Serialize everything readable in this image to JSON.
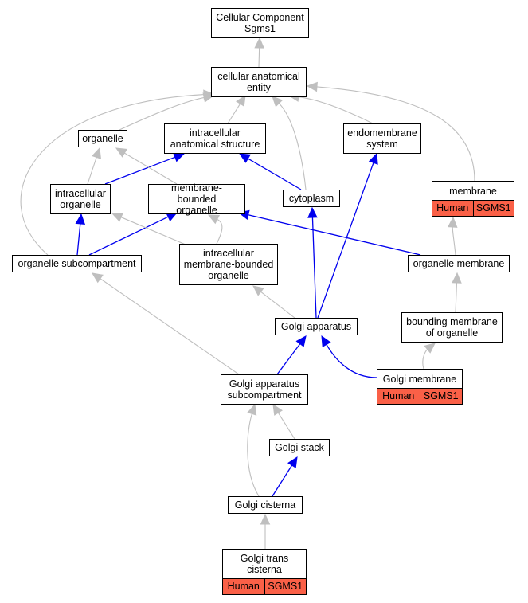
{
  "colors": {
    "is_a": "#bfbfbf",
    "part_of": "#0000ee",
    "annotation_fill": "#fa6047"
  },
  "nodes": [
    {
      "id": "root",
      "label": "Cellular Component\nSgms1"
    },
    {
      "id": "cae",
      "label": "cellular anatomical\nentity"
    },
    {
      "id": "organelle",
      "label": "organelle"
    },
    {
      "id": "ias",
      "label": "intracellular\nanatomical structure"
    },
    {
      "id": "endo",
      "label": "endomembrane\nsystem"
    },
    {
      "id": "membrane",
      "label": "membrane",
      "annotation": [
        "Human",
        "SGMS1"
      ]
    },
    {
      "id": "intra_org",
      "label": "intracellular\norganelle"
    },
    {
      "id": "mbo",
      "label": "membrane-bounded\norganelle"
    },
    {
      "id": "cytoplasm",
      "label": "cytoplasm"
    },
    {
      "id": "org_sub",
      "label": "organelle subcompartment"
    },
    {
      "id": "imbo",
      "label": "intracellular\nmembrane-bounded\norganelle"
    },
    {
      "id": "org_mem",
      "label": "organelle membrane"
    },
    {
      "id": "golgi",
      "label": "Golgi apparatus"
    },
    {
      "id": "bmo",
      "label": "bounding membrane\nof organelle"
    },
    {
      "id": "golgi_sub",
      "label": "Golgi apparatus\nsubcompartment"
    },
    {
      "id": "golgi_mem",
      "label": "Golgi membrane",
      "annotation": [
        "Human",
        "SGMS1"
      ]
    },
    {
      "id": "golgi_stack",
      "label": "Golgi stack"
    },
    {
      "id": "golgi_cist",
      "label": "Golgi cisterna"
    },
    {
      "id": "golgi_trans",
      "label": "Golgi trans\ncisterna",
      "annotation": [
        "Human",
        "SGMS1"
      ]
    }
  ],
  "edges": [
    {
      "from": "cae",
      "to": "root",
      "type": "is_a"
    },
    {
      "from": "organelle",
      "to": "cae",
      "type": "is_a"
    },
    {
      "from": "ias",
      "to": "cae",
      "type": "is_a"
    },
    {
      "from": "endo",
      "to": "cae",
      "type": "is_a"
    },
    {
      "from": "membrane",
      "to": "cae",
      "type": "is_a"
    },
    {
      "from": "cytoplasm",
      "to": "cae",
      "type": "is_a"
    },
    {
      "from": "org_sub",
      "to": "cae",
      "type": "is_a"
    },
    {
      "from": "intra_org",
      "to": "organelle",
      "type": "is_a"
    },
    {
      "from": "intra_org",
      "to": "ias",
      "type": "part_of"
    },
    {
      "from": "mbo",
      "to": "organelle",
      "type": "is_a"
    },
    {
      "from": "cytoplasm",
      "to": "ias",
      "type": "part_of"
    },
    {
      "from": "org_sub",
      "to": "intra_org",
      "type": "part_of"
    },
    {
      "from": "org_sub",
      "to": "mbo",
      "type": "part_of"
    },
    {
      "from": "imbo",
      "to": "intra_org",
      "type": "is_a"
    },
    {
      "from": "imbo",
      "to": "mbo",
      "type": "is_a"
    },
    {
      "from": "org_mem",
      "to": "membrane",
      "type": "is_a"
    },
    {
      "from": "org_mem",
      "to": "mbo",
      "type": "part_of"
    },
    {
      "from": "golgi",
      "to": "imbo",
      "type": "is_a"
    },
    {
      "from": "golgi",
      "to": "cytoplasm",
      "type": "part_of"
    },
    {
      "from": "golgi",
      "to": "endo",
      "type": "part_of"
    },
    {
      "from": "bmo",
      "to": "org_mem",
      "type": "is_a"
    },
    {
      "from": "golgi_sub",
      "to": "org_sub",
      "type": "is_a"
    },
    {
      "from": "golgi_sub",
      "to": "golgi",
      "type": "part_of"
    },
    {
      "from": "golgi_mem",
      "to": "bmo",
      "type": "is_a"
    },
    {
      "from": "golgi_mem",
      "to": "golgi",
      "type": "part_of"
    },
    {
      "from": "golgi_stack",
      "to": "golgi_sub",
      "type": "is_a"
    },
    {
      "from": "golgi_cist",
      "to": "golgi_sub",
      "type": "is_a"
    },
    {
      "from": "golgi_cist",
      "to": "golgi_stack",
      "type": "part_of"
    },
    {
      "from": "golgi_trans",
      "to": "golgi_cist",
      "type": "is_a"
    }
  ]
}
